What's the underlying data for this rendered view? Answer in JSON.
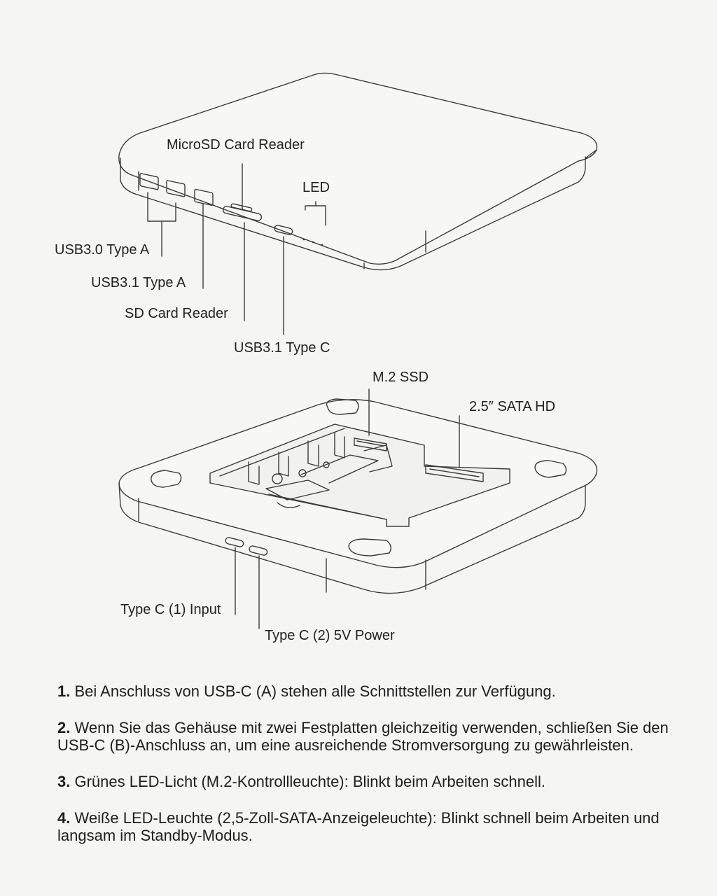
{
  "device_top": {
    "labels": {
      "microsd": "MicroSD Card Reader",
      "led": "LED",
      "usb30a": "USB3.0 Type A",
      "usb31a": "USB3.1 Type A",
      "sd": "SD Card Reader",
      "usb31c": "USB3.1 Type C"
    }
  },
  "device_bottom": {
    "labels": {
      "m2": "M.2 SSD",
      "sata": "2.5″ SATA HD",
      "typec1": "Type C (1) Input",
      "typec2": "Type C (2) 5V Power"
    }
  },
  "notes": [
    {
      "num": "1.",
      "text": "Bei Anschluss von USB-C (A) stehen alle Schnittstellen zur Verfügung."
    },
    {
      "num": "2.",
      "text": "Wenn Sie das Gehäuse mit zwei Festplatten gleichzeitig verwenden, schließen Sie den USB-C (B)-Anschluss an, um eine ausreichende Stromversorgung zu gewährleisten."
    },
    {
      "num": "3.",
      "text": "Grünes LED-Licht (M.2-Kontrollleuchte): Blinkt beim Arbeiten schnell."
    },
    {
      "num": "4.",
      "text": "Weiße LED-Leuchte (2,5-Zoll-SATA-Anzeigeleuchte): Blinkt schnell beim Arbeiten und langsam im Standby-Modus."
    }
  ],
  "colors": {
    "background": "#f5f5f4",
    "line": "#3a3a3a",
    "text": "#222222"
  }
}
